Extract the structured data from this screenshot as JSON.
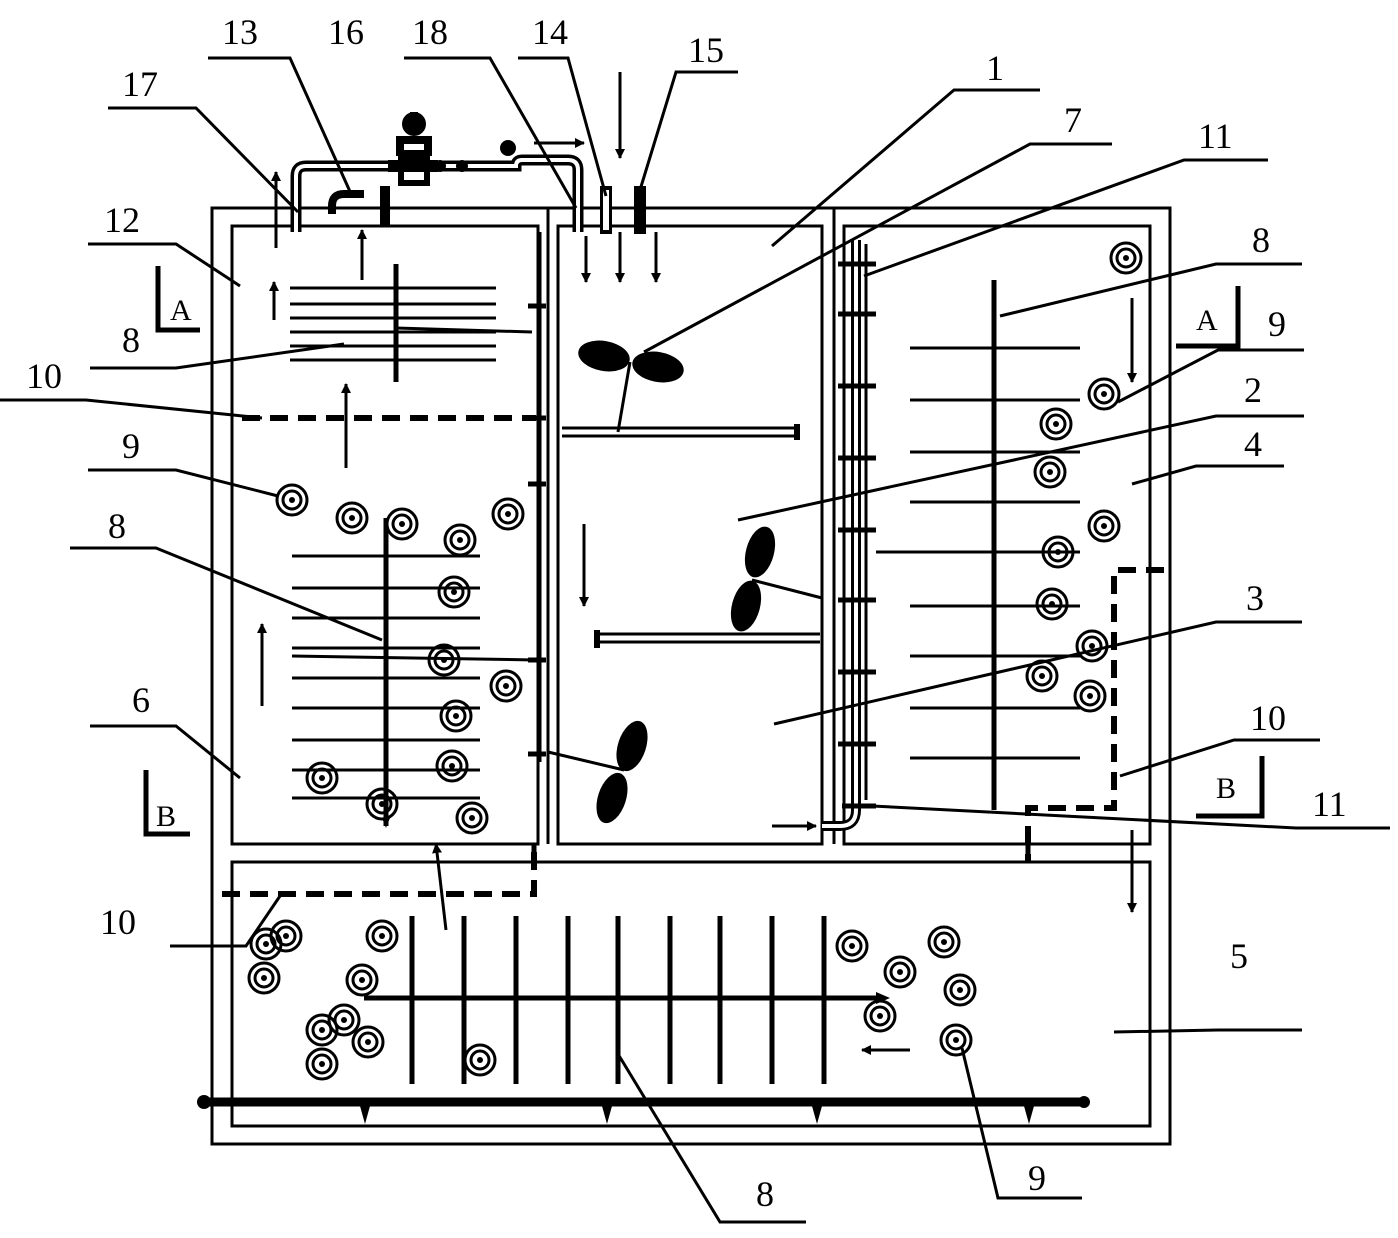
{
  "colors": {
    "ink": "#000000",
    "background": "#ffffff"
  },
  "labels": {
    "l1": "1",
    "l2": "2",
    "l3": "3",
    "l4": "4",
    "l5": "5",
    "l6": "6",
    "l7": "7",
    "l8a": "8",
    "l8b": "8",
    "l8c": "8",
    "l8d": "8",
    "l9a": "9",
    "l9b": "9",
    "l9c": "9",
    "l10a": "10",
    "l10b": "10",
    "l10c": "10",
    "l11a": "11",
    "l11b": "11",
    "l12": "12",
    "l13": "13",
    "l14": "14",
    "l15": "15",
    "l16": "16",
    "l17": "17",
    "l18": "18"
  },
  "section_marks": {
    "a_left": "A",
    "a_right": "A",
    "b_left": "B",
    "b_right": "B"
  }
}
